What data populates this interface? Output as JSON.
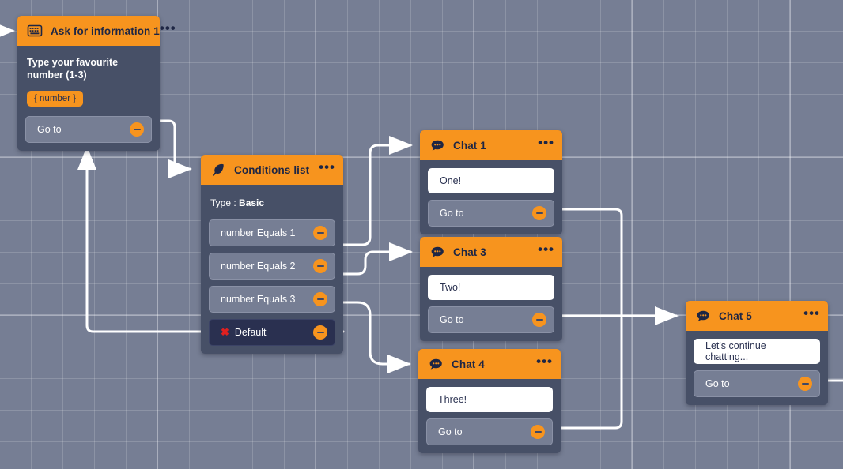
{
  "canvas": {
    "background_color": "#767e94",
    "grid_color": "#8f96aa",
    "wire_color": "#ffffff"
  },
  "theme": {
    "accent": "#f7941e",
    "node_body": "#475067",
    "row": "#767e94",
    "dark_row": "#2a3050",
    "header_text": "#1e2644",
    "danger": "#e02020"
  },
  "nodes": [
    {
      "id": "ask-for-information-1",
      "title": "Ask for information 1",
      "icon": "keyboard-icon",
      "menu": "•••",
      "prompt": "Type your favourite number (1-3)",
      "variable_chip": "{ number }",
      "goto_label": "Go to"
    },
    {
      "id": "conditions-list",
      "title": "Conditions list",
      "icon": "feather-icon",
      "menu": "•••",
      "type_label": "Type :",
      "type_value": "Basic",
      "conditions": [
        {
          "label": "number Equals 1",
          "kind": "condition"
        },
        {
          "label": "number Equals 2",
          "kind": "condition"
        },
        {
          "label": "number Equals 3",
          "kind": "condition"
        },
        {
          "label": "Default",
          "kind": "default",
          "icon": "x-icon"
        }
      ]
    },
    {
      "id": "chat-1",
      "title": "Chat 1",
      "icon": "chat-bubble-icon",
      "menu": "•••",
      "message": "One!",
      "goto_label": "Go to"
    },
    {
      "id": "chat-3",
      "title": "Chat 3",
      "icon": "chat-bubble-icon",
      "menu": "•••",
      "message": "Two!",
      "goto_label": "Go to"
    },
    {
      "id": "chat-4",
      "title": "Chat 4",
      "icon": "chat-bubble-icon",
      "menu": "•••",
      "message": "Three!",
      "goto_label": "Go to"
    },
    {
      "id": "chat-5",
      "title": "Chat 5",
      "icon": "chat-bubble-icon",
      "menu": "•••",
      "message": "Let's continue chatting...",
      "goto_label": "Go to"
    }
  ]
}
